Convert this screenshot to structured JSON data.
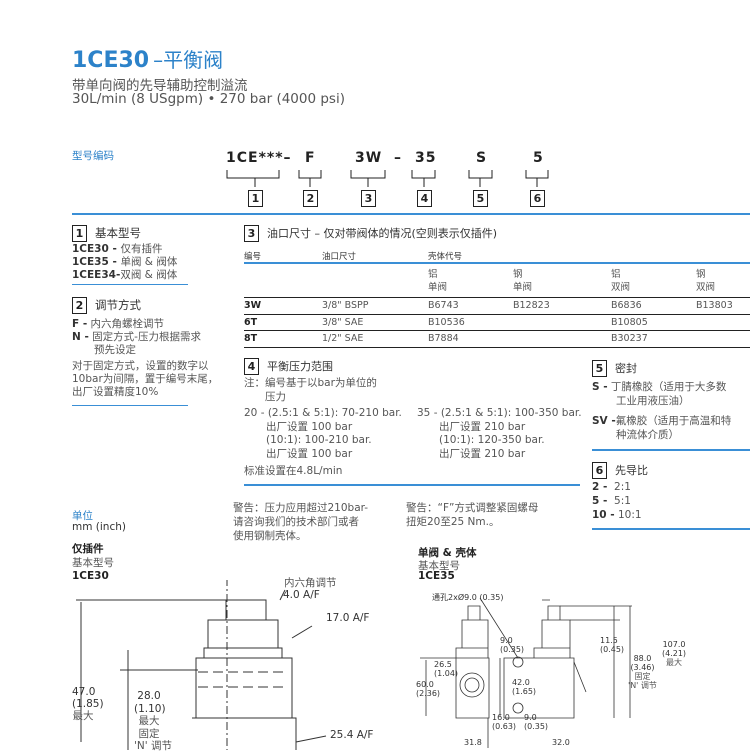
{
  "header": {
    "model": "1CE30",
    "dash_name": "–平衡阀",
    "subtitle": "带单向阀的先导辅助控制溢流",
    "specs": "30L/min (8 USgpm) • 270 bar (4000 psi)"
  },
  "ordering": {
    "label": "型号编码",
    "code_parts": [
      "1CE***–",
      "F",
      "3W",
      "–",
      "35",
      "S",
      "5"
    ],
    "boxes": [
      "1",
      "2",
      "3",
      "4",
      "5",
      "6"
    ]
  },
  "s1": {
    "num": "1",
    "title": "基本型号",
    "items": [
      {
        "code": "1CE30",
        "desc": "仅有插件"
      },
      {
        "code": "1CE35",
        "desc": "单阀 & 阀体"
      },
      {
        "code": "1CEE34",
        "desc": "双阀 & 阀体"
      }
    ]
  },
  "s2": {
    "num": "2",
    "title": "调节方式",
    "items": [
      {
        "code": "F -",
        "desc": "内六角螺栓调节"
      },
      {
        "code": "N -",
        "desc": "固定方式-压力根据需求"
      }
    ],
    "n_cont": "预先设定",
    "note": [
      "对于固定方式，设置的数字以",
      "10bar为间隔，置于编号末尾，",
      "出厂设置精度10%"
    ]
  },
  "s3": {
    "num": "3",
    "title": "油口尺寸 – 仅对带阀体的情况(空则表示仅插件)",
    "headers": [
      "编号",
      "油口尺寸",
      "壳体代号"
    ],
    "subheads": [
      [
        "铝",
        "单阀"
      ],
      [
        "钢",
        "单阀"
      ],
      [
        "铝",
        "双阀"
      ],
      [
        "钢",
        "双阀"
      ]
    ],
    "rows": [
      [
        "3W",
        "3/8\" BSPP",
        "B6743",
        "B12823",
        "B6836",
        "B13803"
      ],
      [
        "6T",
        "3/8\" SAE",
        "B10536",
        "",
        "B10805",
        ""
      ],
      [
        "8T",
        "1/2\" SAE",
        "B7884",
        "",
        "B30237",
        ""
      ]
    ]
  },
  "s4": {
    "num": "4",
    "title": "平衡压力范围",
    "note": [
      "注：编号基于以bar为单位的",
      "压力"
    ],
    "col20": [
      "20 - (2.5:1 & 5:1): 70-210 bar.",
      "出厂设置 100 bar",
      "(10:1): 100-210 bar.",
      "出厂设置 100 bar"
    ],
    "col35": [
      "35 - (2.5:1 & 5:1): 100-350 bar.",
      "出厂设置 210 bar",
      "(10:1): 120-350 bar.",
      "出厂设置 210 bar"
    ],
    "standard": "标准设置在4.8L/min"
  },
  "s5": {
    "num": "5",
    "title": "密封",
    "items": [
      {
        "code": "S -",
        "desc": [
          "丁腈橡胶（适用于大多数",
          "工业用液压油）"
        ]
      },
      {
        "code": "SV -",
        "desc": [
          "氟橡胶（适用于高温和特",
          "种流体介质）"
        ]
      }
    ]
  },
  "s6": {
    "num": "6",
    "title": "先导比",
    "items": [
      {
        "code": "2 -",
        "desc": "2:1"
      },
      {
        "code": "5 -",
        "desc": "5:1"
      },
      {
        "code": "10 -",
        "desc": "10:1"
      }
    ]
  },
  "warnings": {
    "w1": [
      "警告：压力应用超过210bar-",
      "请咨询我们的技术部门或者",
      "使用钢制壳体。"
    ],
    "w2": [
      "警告：“F”方式调整紧固螺母",
      "扭矩20至25 Nm.。"
    ]
  },
  "units": {
    "label": "单位",
    "value": "mm (inch)"
  },
  "drawing1": {
    "title": "仅插件",
    "sub": "基本型号",
    "model": "1CE30",
    "labels": [
      "内六角调节",
      "4.0 A/F",
      "17.0 A/F",
      "25.4 A/F",
      "47.0",
      "(1.85)",
      "最大",
      "28.0",
      "(1.10)",
      "最大",
      "固定",
      "'N' 调节"
    ]
  },
  "drawing2": {
    "title": "单阀 & 壳体",
    "sub": "基本型号",
    "model": "1CE35",
    "labels": [
      "通孔2xØ9.0 (0.35)",
      "9.0",
      "(0.35)",
      "11.5",
      "(0.45)",
      "88.0",
      "(3.46)",
      "107.0",
      "(4.21)",
      "最大",
      "固定",
      "'N' 调节",
      "26.5",
      "(1.04)",
      "60.0",
      "(2.36)",
      "42.0",
      "(1.65)",
      "16.0",
      "(0.63)",
      "9.0",
      "(0.35)",
      "31.8",
      "32.0"
    ]
  }
}
